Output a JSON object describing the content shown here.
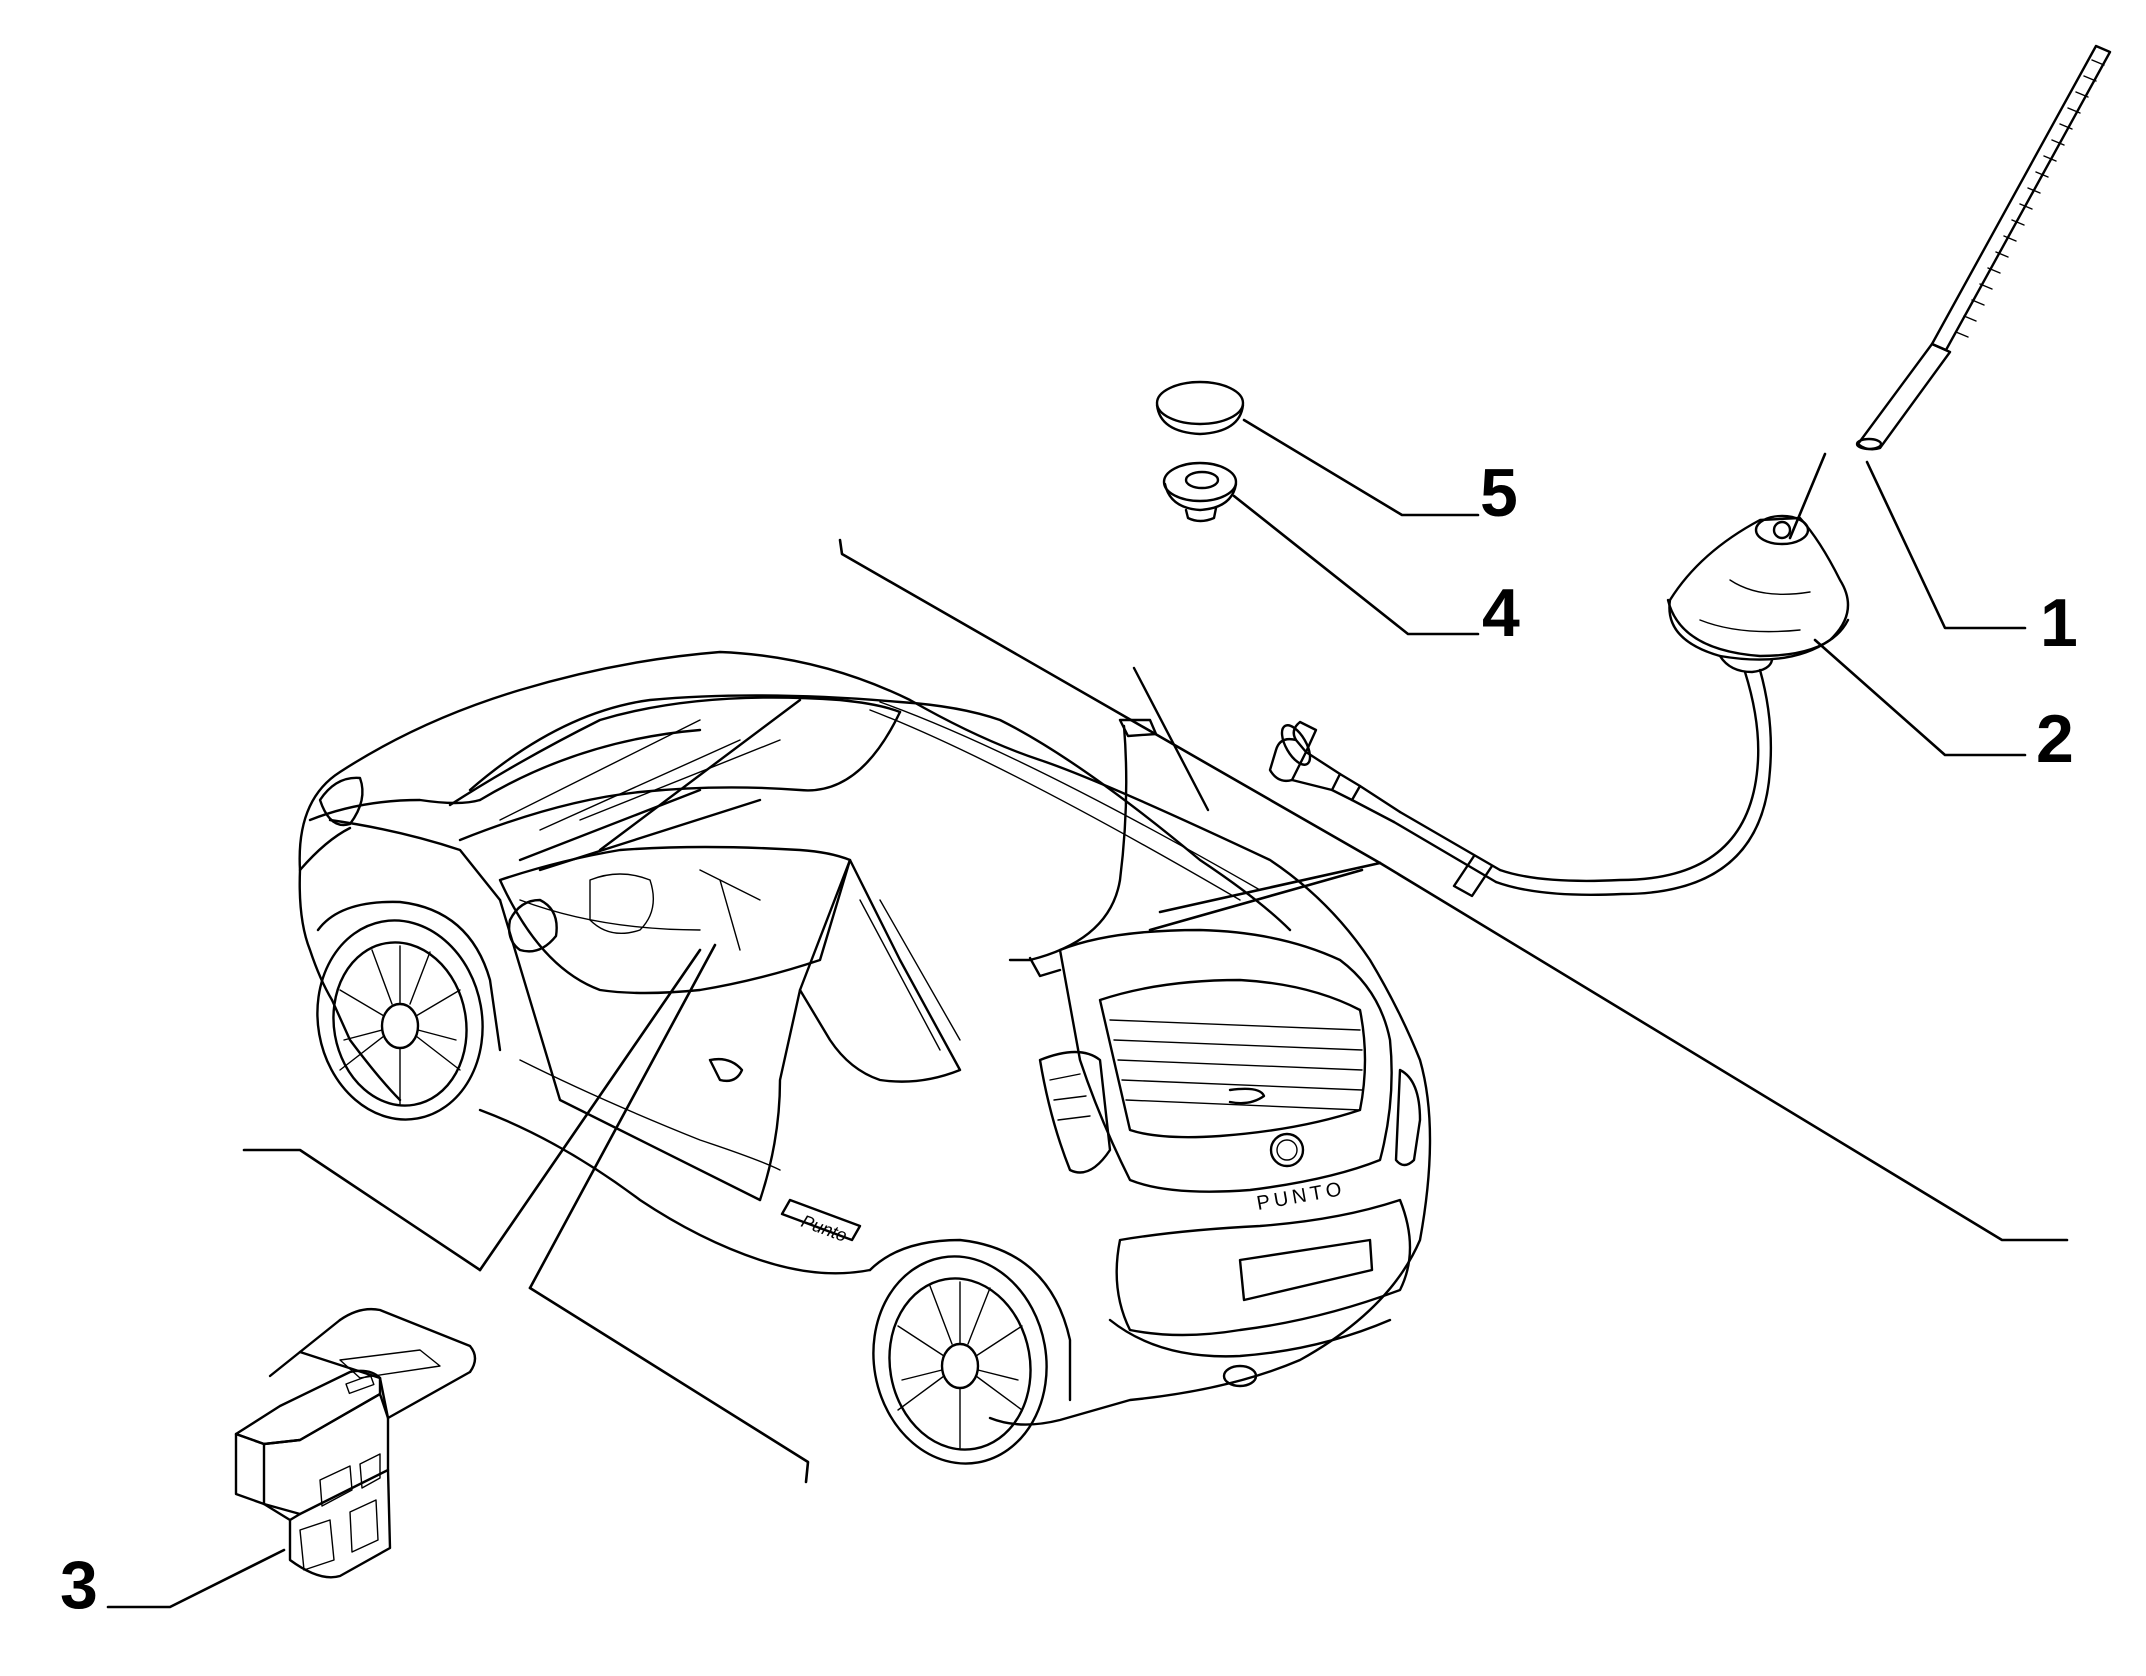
{
  "callouts": [
    {
      "id": "1",
      "label": "1"
    },
    {
      "id": "2",
      "label": "2"
    },
    {
      "id": "3",
      "label": "3"
    },
    {
      "id": "4",
      "label": "4"
    },
    {
      "id": "5",
      "label": "5"
    }
  ],
  "car_badge": "PUNTO",
  "side_badge": "Punto",
  "colors": {
    "line": "#000000",
    "background": "#ffffff"
  }
}
